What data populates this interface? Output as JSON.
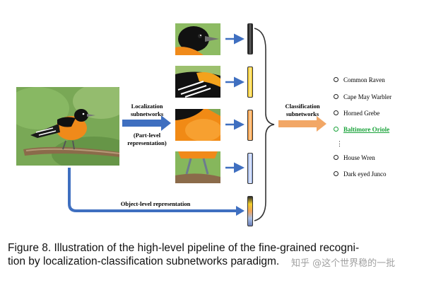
{
  "figure": {
    "localization_label": [
      "Localization",
      "subnetworks"
    ],
    "part_level_label": [
      "(Part-level",
      "representation)"
    ],
    "classification_label": [
      "Classification",
      "subnetworks"
    ],
    "object_level_label": "Object-level representation",
    "classes": [
      {
        "name": "Common Raven",
        "highlighted": false
      },
      {
        "name": "Cape May Warbler",
        "highlighted": false
      },
      {
        "name": "Horned Grebe",
        "highlighted": false
      },
      {
        "name": "Baltimore Oriole",
        "highlighted": true
      },
      {
        "name": "⋮",
        "highlighted": false
      },
      {
        "name": "House Wren",
        "highlighted": false
      },
      {
        "name": "Dark eyed Junco",
        "highlighted": false
      }
    ],
    "feature_bar_colors": [
      "#2a2a2a",
      "#f2cf2a",
      "#f0a35a",
      "#a9bfe6",
      "#6c7fb8"
    ],
    "highlight_color": "#1aa33a",
    "arrow_color": "#3f6fc0",
    "classification_arrow_color": "#f2a766"
  },
  "caption": {
    "line1": "Figure 8. Illustration of the high-level pipeline of the fine-grained recogni-",
    "line2": "tion by localization-classification subnetworks paradigm.",
    "watermark": "知乎 @这个世界稳的一批"
  }
}
